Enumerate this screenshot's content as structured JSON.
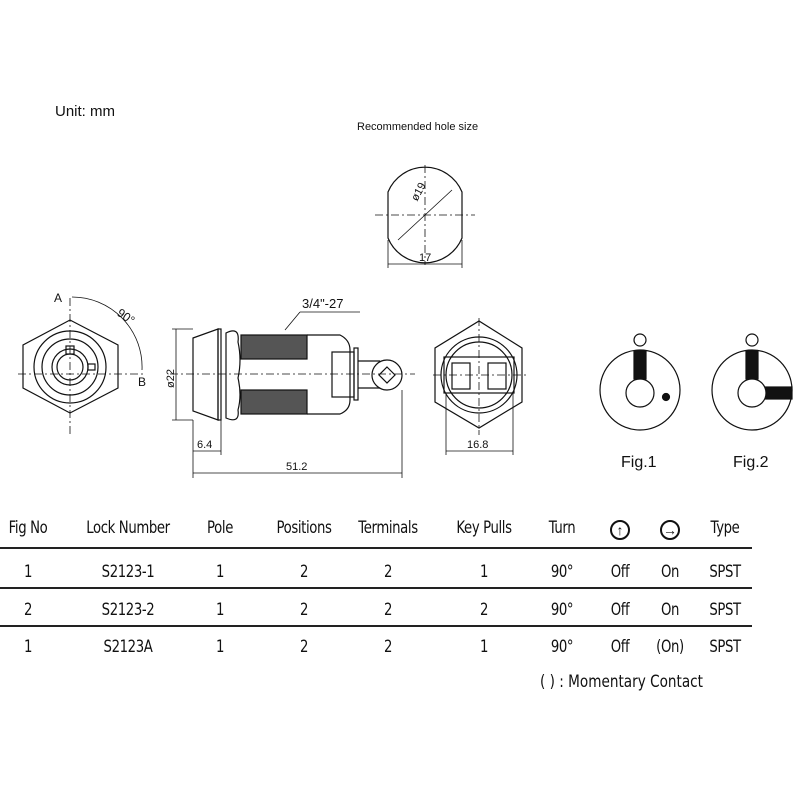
{
  "unit_label": "Unit: mm",
  "hole": {
    "title": "Recommended hole size",
    "diameter": "ø19",
    "width": "17"
  },
  "front_view": {
    "label_a": "A",
    "label_b": "B",
    "angle": "90°"
  },
  "side_view": {
    "thread": "3/4\"-27",
    "diameter": "ø22",
    "flange": "6.4",
    "length": "51.2"
  },
  "rear_view": {
    "width": "16.8"
  },
  "figures": [
    {
      "label": "Fig.1"
    },
    {
      "label": "Fig.2"
    }
  ],
  "table": {
    "headers": [
      "Fig No",
      "Lock Number",
      "Pole",
      "Positions",
      "Terminals",
      "Key Pulls",
      "Turn",
      "up-arrow-icon",
      "right-arrow-icon",
      "Type"
    ],
    "rows": [
      [
        "1",
        "S2123-1",
        "1",
        "2",
        "2",
        "1",
        "90°",
        "Off",
        "On",
        "SPST"
      ],
      [
        "2",
        "S2123-2",
        "1",
        "2",
        "2",
        "2",
        "90°",
        "Off",
        "On",
        "SPST"
      ],
      [
        "1",
        "S2123A",
        "1",
        "2",
        "2",
        "1",
        "90°",
        "Off",
        "(On)",
        "SPST"
      ]
    ],
    "footnote": "(   ) : Momentary Contact"
  }
}
